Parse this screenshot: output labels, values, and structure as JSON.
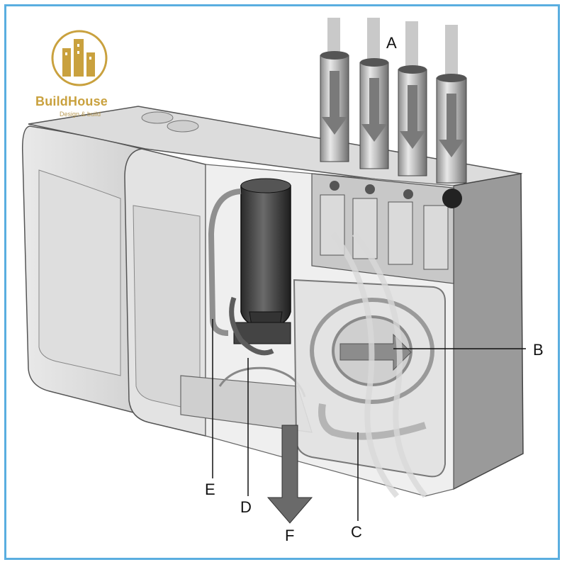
{
  "logo": {
    "name": "BuildHouse",
    "tagline": "Design & build"
  },
  "labels": {
    "a": "A",
    "b": "B",
    "c": "C",
    "d": "D",
    "e": "E",
    "f": "F"
  },
  "colors": {
    "frame": "#5aaee0",
    "brand": "#c9a13e"
  }
}
